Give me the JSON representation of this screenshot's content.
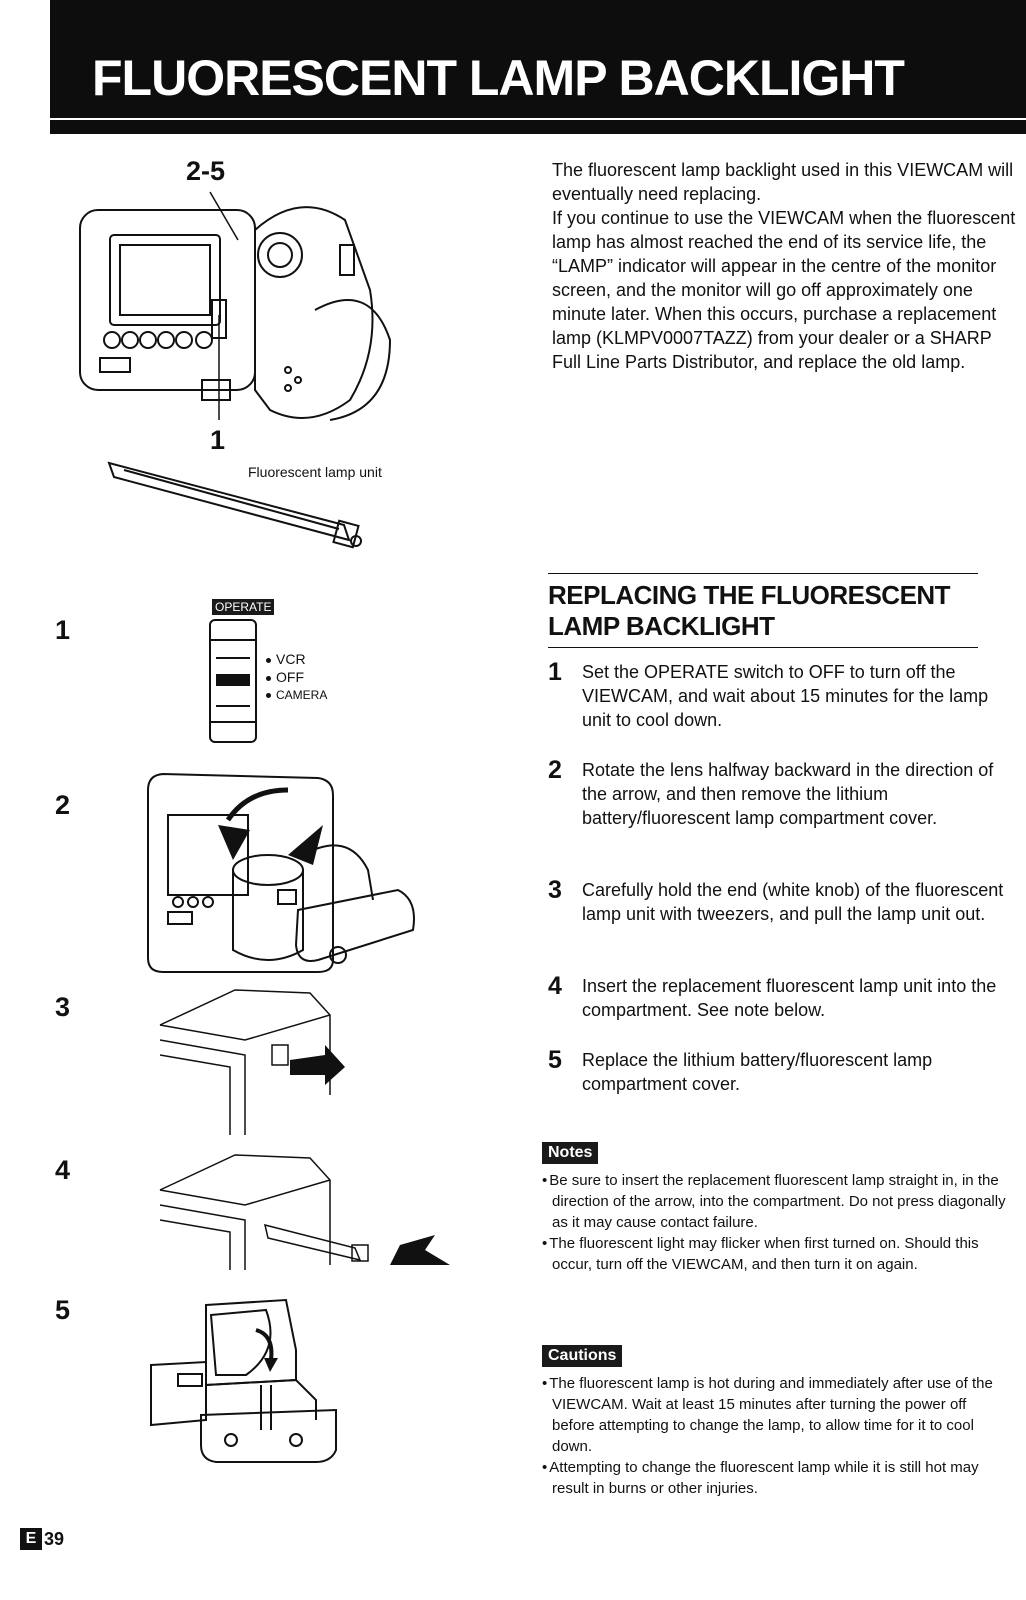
{
  "header": {
    "title": "FLUORESCENT LAMP BACKLIGHT"
  },
  "figure_top": {
    "callout_top": "2-5",
    "callout_bottom": "1",
    "lamp_caption": "Fluorescent lamp unit"
  },
  "intro": [
    "The fluorescent lamp backlight used in this VIEWCAM will eventually need replacing.",
    "If you continue to use the VIEWCAM when the fluorescent lamp has almost reached the end of its service life, the “LAMP” indicator will appear in the centre of the monitor screen, and the monitor will go off approximately one minute later. When this occurs, purchase a replacement lamp (KLMPV0007TAZZ) from your dealer or a SHARP Full Line Parts Distributor, and replace the old lamp."
  ],
  "section": {
    "title": "REPLACING THE FLUORESCENT LAMP BACKLIGHT"
  },
  "steps": [
    {
      "num": "1",
      "text": "Set the OPERATE switch to OFF to turn off the VIEWCAM, and wait about 15 minutes for the lamp unit to cool down."
    },
    {
      "num": "2",
      "text": "Rotate the lens halfway backward in the direction of the arrow, and then remove the lithium battery/fluorescent lamp compartment cover."
    },
    {
      "num": "3",
      "text": "Carefully hold the end (white knob) of the fluorescent lamp unit with tweezers, and pull the lamp unit out."
    },
    {
      "num": "4",
      "text": "Insert the replacement fluorescent lamp unit into the compartment. See note below."
    },
    {
      "num": "5",
      "text": "Replace the lithium battery/fluorescent lamp compartment cover."
    }
  ],
  "figure_steps": [
    "1",
    "2",
    "3",
    "4",
    "5"
  ],
  "operate_switch": {
    "label": "OPERATE",
    "options": [
      "VCR",
      "OFF",
      "CAMERA"
    ]
  },
  "notes": {
    "label": "Notes",
    "items": [
      "Be sure to insert the replacement fluorescent lamp straight in, in the direction of the arrow, into the compartment. Do not press diagonally as it may cause contact failure.",
      "The fluorescent light may flicker when first turned on. Should this occur, turn off the VIEWCAM, and then turn it on again."
    ]
  },
  "cautions": {
    "label": "Cautions",
    "items": [
      "The fluorescent lamp is hot during and immediately after use of the VIEWCAM. Wait at least 15 minutes after turning the power off before attempting to change the lamp, to allow time for it to cool down.",
      "Attempting to change the fluorescent lamp while it is still hot may result in burns or other injuries."
    ]
  },
  "footer": {
    "lang_badge": "E",
    "page": "39"
  }
}
